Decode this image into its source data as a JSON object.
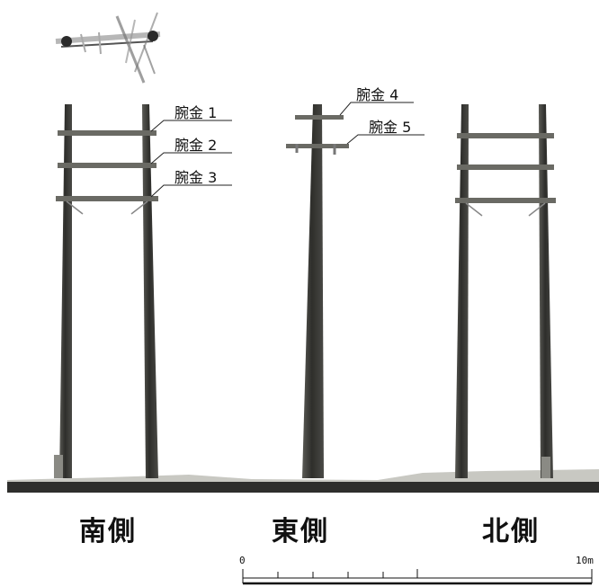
{
  "views": [
    {
      "id": "south",
      "label": "南側"
    },
    {
      "id": "east",
      "label": "東側"
    },
    {
      "id": "north",
      "label": "北側"
    }
  ],
  "crossarms": [
    {
      "id": "arm1",
      "label": "腕金 1"
    },
    {
      "id": "arm2",
      "label": "腕金 2"
    },
    {
      "id": "arm3",
      "label": "腕金 3"
    },
    {
      "id": "arm4",
      "label": "腕金 4"
    },
    {
      "id": "arm5",
      "label": "腕金 5"
    }
  ],
  "scale_bar": {
    "start_label": "0",
    "end_label": "10m"
  },
  "colors": {
    "pole": "#3a3a36",
    "arm": "#6a6a64",
    "ground": "#2e2e2c",
    "line": "#222222"
  }
}
